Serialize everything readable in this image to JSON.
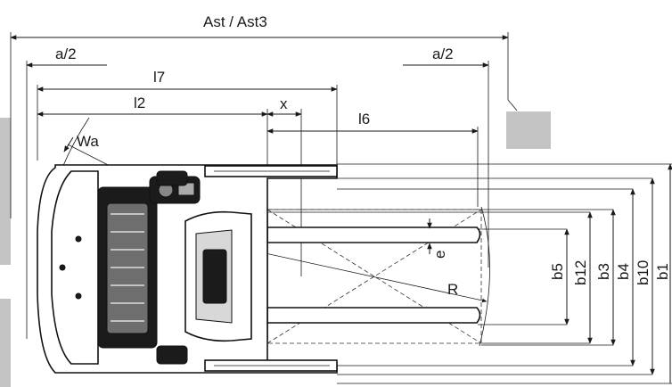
{
  "labels": {
    "ast": "Ast / Ast3",
    "a2_left": "a/2",
    "a2_right": "a/2",
    "l7": "l7",
    "l2": "l2",
    "x": "x",
    "l6": "l6",
    "wa": "Wa",
    "e": "e",
    "r": "R",
    "b5": "b5",
    "b12": "b12",
    "b3": "b3",
    "b4": "b4",
    "b10": "b10",
    "b1": "b1"
  },
  "colors": {
    "line": "#1a1a1a",
    "machine_dark": "#1b1b1b",
    "grey_block": "#c4c4c4"
  }
}
